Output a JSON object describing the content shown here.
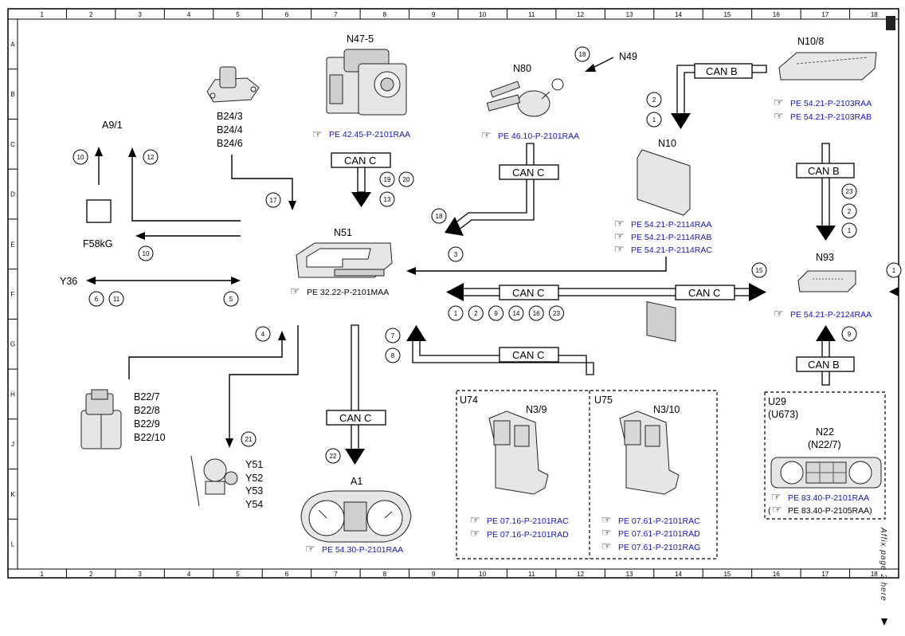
{
  "grid": {
    "columns": [
      "1",
      "2",
      "3",
      "4",
      "5",
      "6",
      "7",
      "8",
      "9",
      "10",
      "11",
      "12",
      "13",
      "14",
      "15",
      "16",
      "17",
      "18"
    ],
    "rows": [
      "A",
      "B",
      "C",
      "D",
      "E",
      "F",
      "G",
      "H",
      "J",
      "K",
      "L"
    ]
  },
  "side_note": "Affix page 2 here",
  "bus": {
    "can_b": "CAN B",
    "can_c": "CAN C"
  },
  "components": {
    "n47_5": "N47-5",
    "n80": "N80",
    "n49": "N49",
    "n10_8": "N10/8",
    "n10": "N10",
    "a9_1": "A9/1",
    "b24": [
      "B24/3",
      "B24/4",
      "B24/6"
    ],
    "f58kg": "F58kG",
    "y36": "Y36",
    "n51": "N51",
    "n93": "N93",
    "b22": [
      "B22/7",
      "B22/8",
      "B22/9",
      "B22/10"
    ],
    "y5x": [
      "Y51",
      "Y52",
      "Y53",
      "Y54"
    ],
    "a1": "A1",
    "u74": "U74",
    "n3_9": "N3/9",
    "u75": "U75",
    "n3_10": "N3/10",
    "u29": "U29",
    "u673": "(U673)",
    "n22": "N22",
    "n22_7": "(N22/7)"
  },
  "refs": {
    "n47_5": "PE 42.45-P-2101RAA",
    "n80": "PE 46.10-P-2101RAA",
    "n10_8": [
      "PE 54.21-P-2103RAA",
      "PE 54.21-P-2103RAB"
    ],
    "n10": [
      "PE 54.21-P-2114RAA",
      "PE 54.21-P-2114RAB",
      "PE 54.21-P-2114RAC"
    ],
    "n51": "PE 32.22-P-2101MAA",
    "n93": "PE 54.21-P-2124RAA",
    "a1": "PE 54.30-P-2101RAA",
    "n3_9": [
      "PE 07.16-P-2101RAC",
      "PE 07.16-P-2101RAD"
    ],
    "n3_10": [
      "PE 07.61-P-2101RAC",
      "PE 07.61-P-2101RAD",
      "PE 07.61-P-2101RAG"
    ],
    "n22": "PE 83.40-P-2101RAA",
    "n22_alt_prefix": "(",
    "n22_alt": "PE 83.40-P-2105RAA)"
  },
  "signals": {
    "s10a": "10",
    "s12": "12",
    "s17": "17",
    "s10b": "10",
    "s6": "6",
    "s11": "11",
    "s5": "5",
    "s4": "4",
    "s21": "21",
    "s19": "19",
    "s20": "20",
    "s13": "13",
    "s22": "22",
    "s18a": "18",
    "s18b": "18",
    "s3": "3",
    "s7": "7",
    "s8": "8",
    "bus_row": [
      "1",
      "2",
      "9",
      "14",
      "16",
      "23"
    ],
    "s15": "15",
    "s2a": "2",
    "s1a": "1",
    "s23": "23",
    "s2b": "2",
    "s1b": "1",
    "s9": "9",
    "s1_cut": "1"
  }
}
